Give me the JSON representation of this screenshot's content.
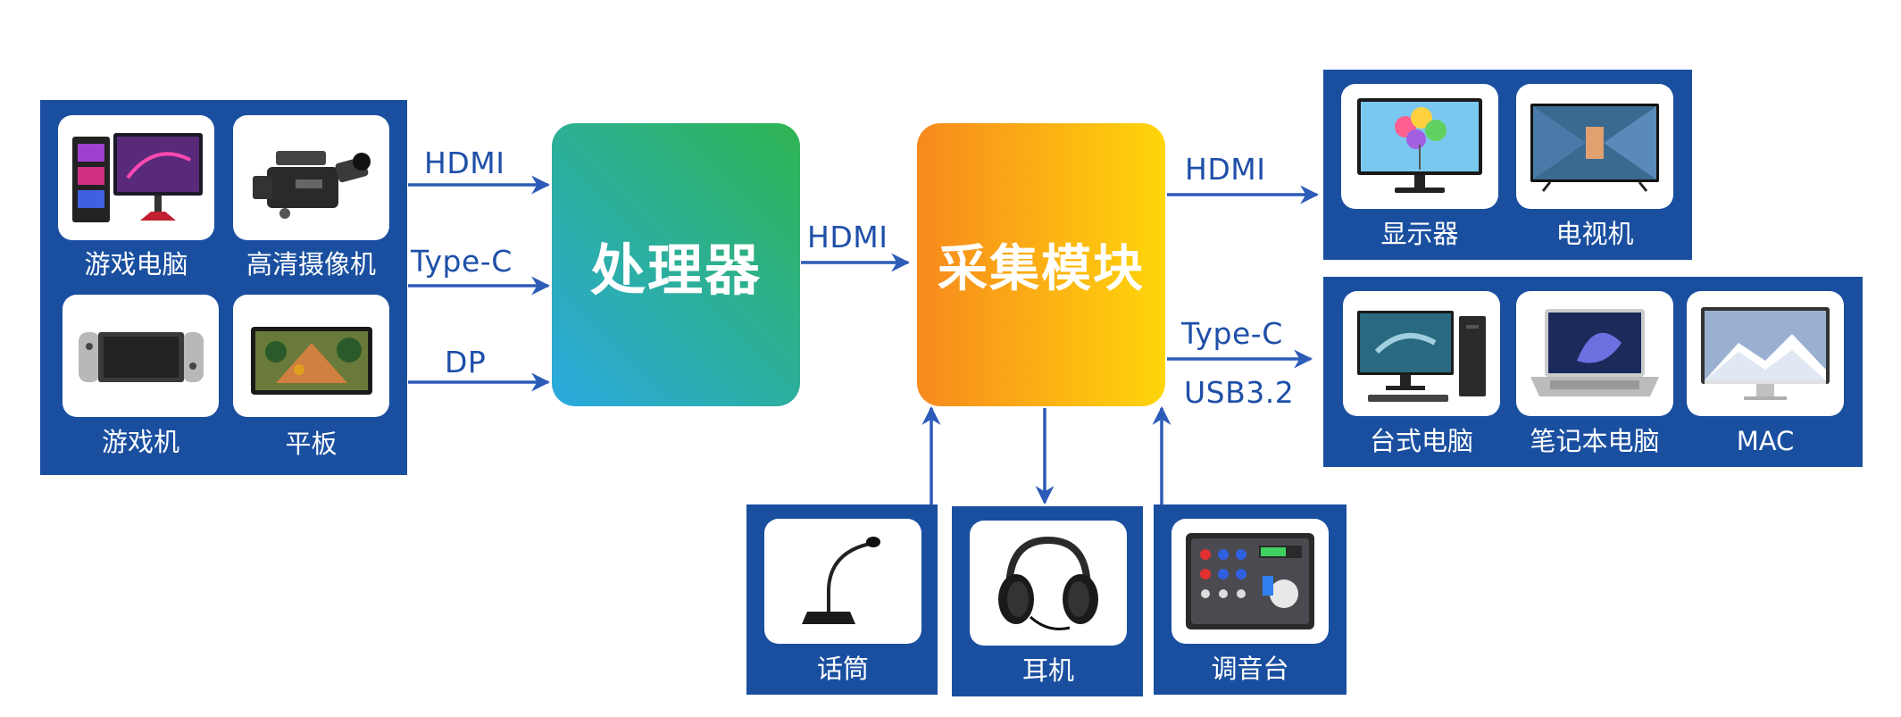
{
  "processor": {
    "label": "处理器"
  },
  "capture": {
    "label": "采集模块"
  },
  "input_devices": [
    {
      "label": "游戏电脑",
      "icon": "gaming-pc-icon"
    },
    {
      "label": "高清摄像机",
      "icon": "camcorder-icon"
    },
    {
      "label": "游戏机",
      "icon": "game-console-icon"
    },
    {
      "label": "平板",
      "icon": "tablet-icon"
    }
  ],
  "display_devices": [
    {
      "label": "显示器",
      "icon": "monitor-icon"
    },
    {
      "label": "电视机",
      "icon": "tv-icon"
    }
  ],
  "computer_devices": [
    {
      "label": "台式电脑",
      "icon": "desktop-computer-icon"
    },
    {
      "label": "笔记本电脑",
      "icon": "laptop-icon"
    },
    {
      "label": "MAC",
      "icon": "imac-icon"
    }
  ],
  "audio_devices": [
    {
      "label": "话筒",
      "icon": "microphone-icon"
    },
    {
      "label": "耳机",
      "icon": "headphones-icon"
    },
    {
      "label": "调音台",
      "icon": "mixer-icon"
    }
  ],
  "connections": {
    "in_hdmi": "HDMI",
    "in_typec": "Type-C",
    "in_dp": "DP",
    "mid_hdmi": "HDMI",
    "out_hdmi": "HDMI",
    "out_typec": "Type-C",
    "out_usb": "USB3.2"
  },
  "colors": {
    "panel": "#1a4fa0",
    "arrow": "#2d5bb8",
    "processor_gradient": [
      "#2aa9e0",
      "#2fb552"
    ],
    "capture_gradient": [
      "#f7891e",
      "#ffd60a"
    ]
  }
}
